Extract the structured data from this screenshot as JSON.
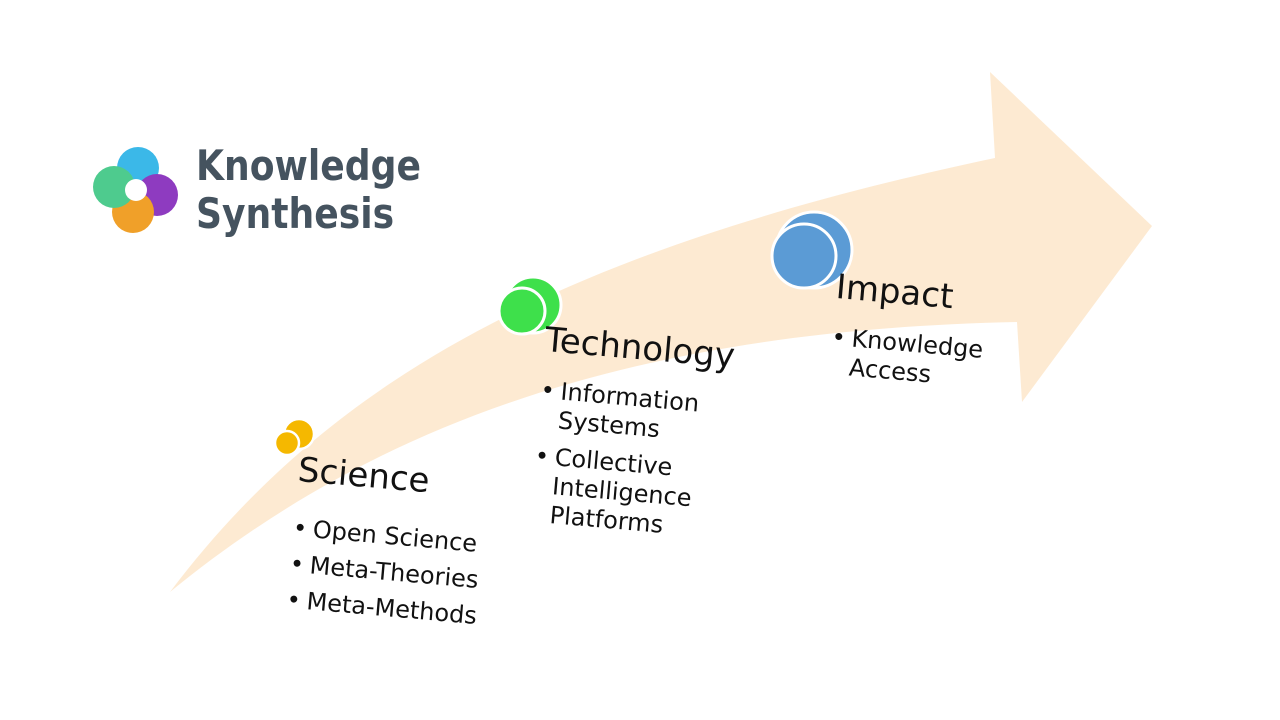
{
  "logo": {
    "line1": "Knowledge",
    "line2": "Synthesis",
    "colors": [
      "#3bb8e8",
      "#8e3bc0",
      "#f0a029",
      "#4ecb8e"
    ],
    "text_color": "#45535f"
  },
  "arrow": {
    "color": "#fde9d0"
  },
  "stages": [
    {
      "title": "Science",
      "circle_color": "#f5b800",
      "items": [
        [
          "Open Science"
        ],
        [
          "Meta-Theories"
        ],
        [
          "Meta-Methods"
        ]
      ]
    },
    {
      "title": "Technology",
      "circle_color": "#3ee04b",
      "items": [
        [
          "Information",
          "Systems"
        ],
        [
          "Collective",
          "Intelligence",
          "Platforms"
        ]
      ]
    },
    {
      "title": "Impact",
      "circle_color": "#5b9bd5",
      "items": [
        [
          "Knowledge",
          "Access"
        ]
      ]
    }
  ]
}
